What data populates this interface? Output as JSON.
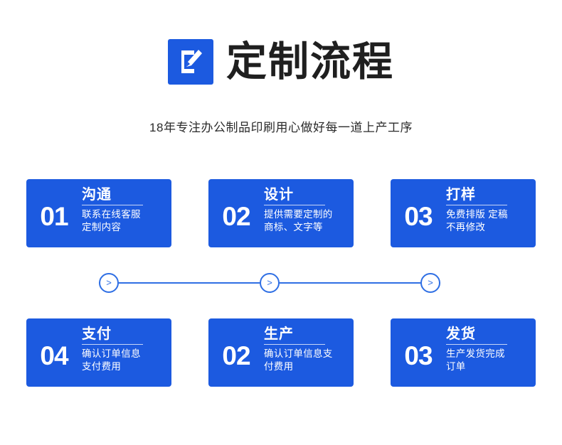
{
  "header": {
    "icon": "pencil-edit-icon",
    "title": "定制流程",
    "subtitle": "18年专注办公制品印刷用心做好每一道上产工序",
    "accent_color": "#1c5ae0"
  },
  "connector": {
    "arrow_glyph": ">",
    "line_color": "#2f6fe4",
    "nodes": 3
  },
  "steps_top": [
    {
      "number": "01",
      "title": "沟通",
      "desc_line1": "联系在线客服",
      "desc_line2": "定制内容"
    },
    {
      "number": "02",
      "title": "设计",
      "desc_line1": "提供需要定制的",
      "desc_line2": "商标、文字等"
    },
    {
      "number": "03",
      "title": "打样",
      "desc_line1": "免费排版 定稿",
      "desc_line2": "不再修改"
    }
  ],
  "steps_bottom": [
    {
      "number": "04",
      "title": "支付",
      "desc_line1": "确认订单信息",
      "desc_line2": "支付费用"
    },
    {
      "number": "02",
      "title": "生产",
      "desc_line1": "确认订单信息支",
      "desc_line2": "付费用"
    },
    {
      "number": "03",
      "title": "发货",
      "desc_line1": "生产发货完成",
      "desc_line2": "订单"
    }
  ]
}
